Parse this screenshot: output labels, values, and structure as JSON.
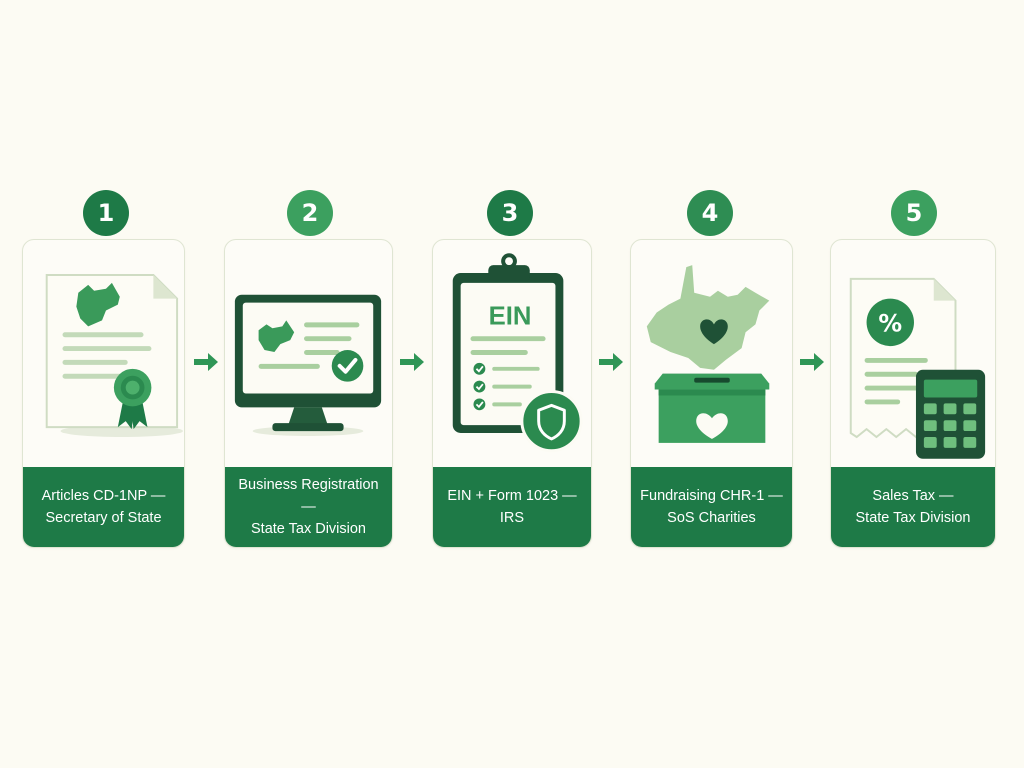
{
  "steps": [
    {
      "number": "1",
      "line1": "Articles CD-1NP —",
      "line2": "Secretary of State"
    },
    {
      "number": "2",
      "line1": "Business Registration —",
      "line2": "State Tax Division"
    },
    {
      "number": "3",
      "line1": "EIN + Form 1023 —",
      "line2": "IRS",
      "icon_text": "EIN"
    },
    {
      "number": "4",
      "line1": "Fundraising CHR-1 —",
      "line2": "SoS Charities"
    },
    {
      "number": "5",
      "line1": "Sales Tax —",
      "line2": "State Tax Division",
      "icon_text": "%"
    }
  ],
  "colors": {
    "dark_green": "#1e7a47",
    "mid_green": "#3ca05f",
    "light_green": "#a9cf9f",
    "background": "#fcfbf3"
  }
}
